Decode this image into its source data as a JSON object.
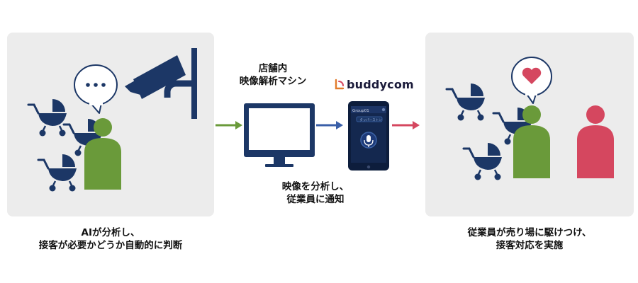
{
  "captions": {
    "left_line1": "AIが分析し、",
    "left_line2": "接客が必要かどうか自動的に判断",
    "right_line1": "従業員が売り場に駆けつけ、",
    "right_line2": "接客対応を実施"
  },
  "machine_label": {
    "line1": "店舗内",
    "line2": "映像解析マシン"
  },
  "process_label": {
    "line1": "映像を分析し、",
    "line2": "従業員に通知"
  },
  "brand": {
    "name": "buddycom"
  },
  "phone": {
    "group": "Group01",
    "chip": "タッパーストン"
  },
  "colors": {
    "navy": "#1c3766",
    "green": "#6a9a3a",
    "red": "#d5475f",
    "arrow_blue": "#3a5fa8",
    "panel_bg": "#ececec"
  },
  "icons": [
    "camera-icon",
    "stroller-icon",
    "person-icon",
    "speech-bubble-ellipsis-icon",
    "speech-bubble-heart-icon",
    "monitor-icon",
    "smartphone-icon",
    "microphone-icon",
    "arrow-right-icon"
  ]
}
